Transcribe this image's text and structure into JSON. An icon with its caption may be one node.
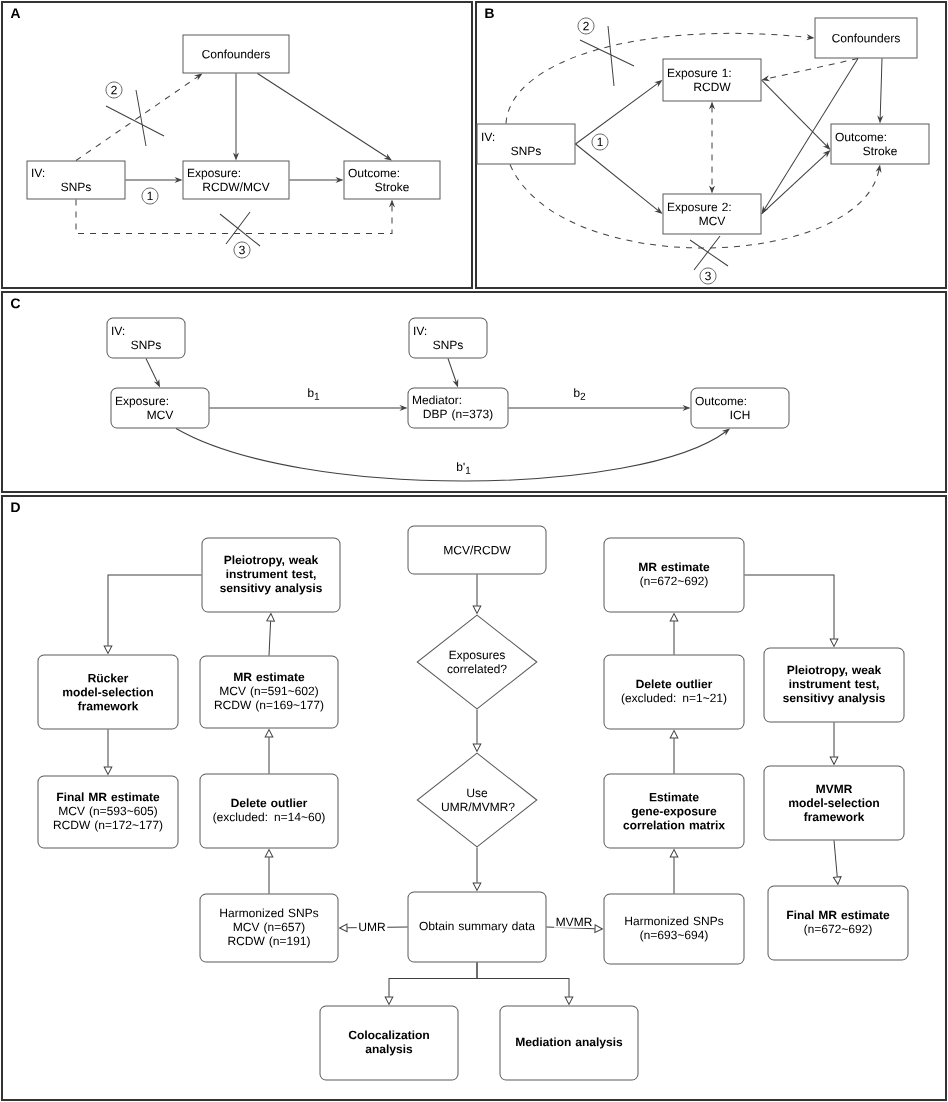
{
  "diagram": {
    "nodes": [
      {
        "text": [
          "A"
        ]
      },
      {
        "text": [
          "Confounders"
        ],
        "in": 0
      },
      {
        "text": [
          "IV:",
          "SNPs"
        ],
        "in": 0
      },
      {
        "text": [
          "Exposure:",
          "RCDW/MCV"
        ],
        "in": 0
      },
      {
        "text": [
          "Outcome:",
          "Stroke"
        ],
        "in": 0
      },
      {
        "text": [
          "B"
        ]
      },
      {
        "text": [
          "Confounders"
        ],
        "in": 5
      },
      {
        "text": [
          "Exposure 1:",
          "RCDW"
        ],
        "in": 5
      },
      {
        "text": [
          "IV:",
          "SNPs"
        ],
        "in": 5
      },
      {
        "text": [
          "Outcome:",
          "Stroke"
        ],
        "in": 5
      },
      {
        "text": [
          "Exposure 2:",
          "MCV"
        ],
        "in": 5
      },
      {
        "text": [
          "C"
        ]
      },
      {
        "text": [
          "IV:",
          "SNPs"
        ],
        "in": 11
      },
      {
        "text": [
          "IV:",
          "SNPs"
        ],
        "in": 11
      },
      {
        "text": [
          "Exposure:",
          "MCV"
        ],
        "in": 11
      },
      {
        "text": [
          "Mediator:",
          "DBP (n=373)"
        ],
        "in": 11
      },
      {
        "text": [
          "Outcome:",
          "ICH"
        ],
        "in": 11
      },
      {
        "text": [
          "D"
        ]
      },
      {
        "text": [
          "MCV/RCDW"
        ],
        "in": 17
      },
      {
        "text": [
          "Pleiotropy, weak instrument test, sensitivy analysis"
        ],
        "in": 17
      },
      {
        "text": [
          "MR estimate",
          "(n=672~692)"
        ],
        "in": 17
      },
      {
        "text": [
          "Exposures correlated?"
        ],
        "in": 17
      },
      {
        "text": [
          "Pleiotropy, weak instrument test, sensitivy analysis"
        ],
        "in": 17
      },
      {
        "text": [
          "Rücker model-selection framework"
        ],
        "in": 17
      },
      {
        "text": [
          "MR estimate",
          "MCV (n=591~602)",
          "RCDW (n=169~177)"
        ],
        "in": 17
      },
      {
        "text": [
          "Delete outlier",
          "(excluded: n=1~21)"
        ],
        "in": 17
      },
      {
        "text": [
          "Use UMR/MVMR?"
        ],
        "in": 17
      },
      {
        "text": [
          "MVMR model-selection framework"
        ],
        "in": 17
      },
      {
        "text": [
          "Final MR estimate",
          "MCV (n=593~605)",
          "RCDW (n=172~177)"
        ],
        "in": 17
      },
      {
        "text": [
          "Delete outlier",
          "(excluded: n=14~60)"
        ],
        "in": 17
      },
      {
        "text": [
          "Estimate gene-exposure correlation matrix"
        ],
        "in": 17
      },
      {
        "text": [
          "Final MR estimate",
          "(n=672~692)"
        ],
        "in": 17
      },
      {
        "text": [
          "Harmonized SNPs",
          "MCV (n=657)",
          "RCDW (n=191)"
        ],
        "in": 17
      },
      {
        "text": [
          "Obtain summary data"
        ],
        "in": 17
      },
      {
        "text": [
          "Harmonized SNPs",
          "(n=693~694)"
        ],
        "in": 17
      },
      {
        "text": [
          "Colocalization analysis"
        ],
        "in": 17
      },
      {
        "text": [
          "Mediation analysis"
        ],
        "in": 17
      }
    ],
    "edges": [
      {
        "from": 2,
        "to": 3,
        "arrow": "to"
      },
      {
        "from": 2,
        "to": 1,
        "arrow": "to",
        "style": "dashed"
      },
      {
        "from": 2,
        "to": 4,
        "arrow": "to",
        "style": "dashed"
      },
      {
        "from": 1,
        "to": 3,
        "arrow": "to"
      },
      {
        "from": 1,
        "to": 4,
        "arrow": "to"
      },
      {
        "from": 3,
        "to": 4,
        "arrow": "to"
      },
      {
        "from": 8,
        "to": 7,
        "arrow": "to"
      },
      {
        "from": 8,
        "to": 10,
        "arrow": "to"
      },
      {
        "from": 7,
        "to": 9,
        "arrow": "to"
      },
      {
        "from": 10,
        "to": 9,
        "arrow": "to"
      },
      {
        "from": 6,
        "to": 7,
        "arrow": "to",
        "style": "dashed"
      },
      {
        "from": 6,
        "to": 10,
        "arrow": "to"
      },
      {
        "from": 6,
        "to": 9,
        "arrow": "to"
      },
      {
        "from": 7,
        "to": 10,
        "arrow": "both",
        "style": "dashed"
      },
      {
        "from": 8,
        "to": 6,
        "arrow": "to",
        "style": "dashed"
      },
      {
        "from": 8,
        "to": 9,
        "arrow": "to",
        "style": "dashed"
      },
      {
        "from": 12,
        "to": 14,
        "arrow": "to"
      },
      {
        "from": 13,
        "to": 15,
        "arrow": "to"
      },
      {
        "from": 14,
        "to": 15,
        "arrow": "to",
        "label": "b$_{1}$"
      },
      {
        "from": 15,
        "to": 16,
        "arrow": "to",
        "label": "b$_{2}$"
      },
      {
        "from": 14,
        "to": 16,
        "arrow": "to",
        "label": "b'$_{1}$"
      },
      {
        "from": 18,
        "to": 21,
        "arrow": "to"
      },
      {
        "from": 21,
        "to": 26,
        "arrow": "to"
      },
      {
        "from": 26,
        "to": 33,
        "arrow": "to"
      },
      {
        "from": 33,
        "to": 32,
        "arrow": "to",
        "label": "UMR"
      },
      {
        "from": 33,
        "to": 34,
        "arrow": "to",
        "label": "MVMR"
      },
      {
        "from": 33,
        "to": 35,
        "arrow": "to"
      },
      {
        "from": 33,
        "to": 36,
        "arrow": "to"
      },
      {
        "from": 32,
        "to": 29,
        "arrow": "to"
      },
      {
        "from": 29,
        "to": 24,
        "arrow": "to"
      },
      {
        "from": 24,
        "to": 19,
        "arrow": "to"
      },
      {
        "from": 19,
        "to": 23,
        "arrow": "to"
      },
      {
        "from": 23,
        "to": 28,
        "arrow": "to"
      },
      {
        "from": 34,
        "to": 30,
        "arrow": "to"
      },
      {
        "from": 30,
        "to": 25,
        "arrow": "to"
      },
      {
        "from": 25,
        "to": 20,
        "arrow": "to"
      },
      {
        "from": 20,
        "to": 22,
        "arrow": "to"
      },
      {
        "from": 22,
        "to": 27,
        "arrow": "to"
      },
      {
        "from": 27,
        "to": 31,
        "arrow": "to"
      }
    ],
    "labels": [
      "2",
      "1",
      "3",
      "2",
      "1",
      "3"
    ]
  }
}
